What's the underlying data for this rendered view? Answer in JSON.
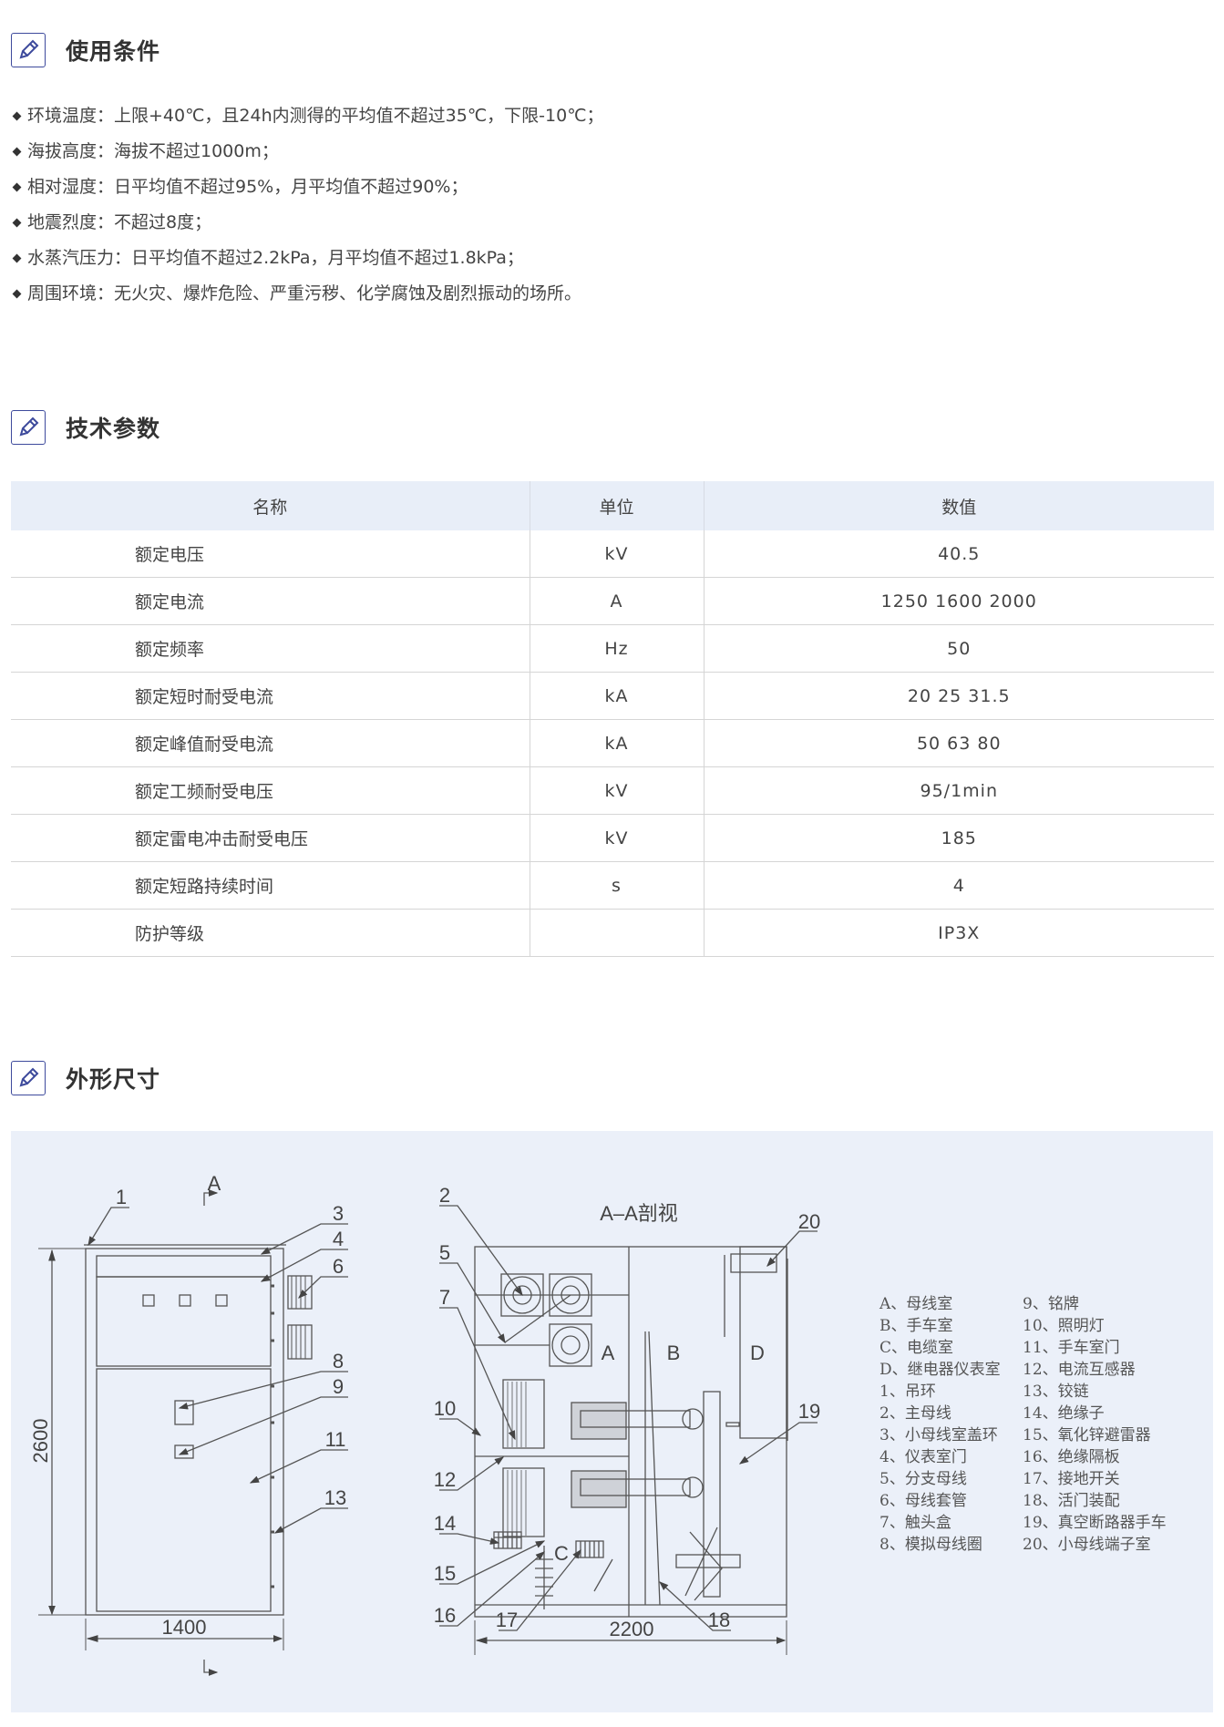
{
  "sections": {
    "conditions": {
      "title": "使用条件",
      "icon": "pencil-icon",
      "items": [
        "环境温度：上限+40℃，且24h内测得的平均值不超过35℃，下限-10℃；",
        "海拔高度：海拔不超过1000m；",
        "相对湿度：日平均值不超过95%，月平均值不超过90%；",
        "地震烈度：不超过8度；",
        "水蒸汽压力：日平均值不超过2.2kPa，月平均值不超过1.8kPa；",
        "周围环境：无火灾、爆炸危险、严重污秽、化学腐蚀及剧烈振动的场所。"
      ]
    },
    "specs": {
      "title": "技术参数",
      "headers": [
        "名称",
        "单位",
        "数值"
      ],
      "rows": [
        [
          "额定电压",
          "kV",
          "40.5"
        ],
        [
          "额定电流",
          "A",
          "1250   1600   2000"
        ],
        [
          "额定频率",
          "Hz",
          "50"
        ],
        [
          "额定短时耐受电流",
          "kA",
          "20   25   31.5"
        ],
        [
          "额定峰值耐受电流",
          "kA",
          "50   63   80"
        ],
        [
          "额定工频耐受电压",
          "kV",
          "95/1min"
        ],
        [
          "额定雷电冲击耐受电压",
          "kV",
          "185"
        ],
        [
          "额定短路持续时间",
          "s",
          "4"
        ],
        [
          "防护等级",
          "",
          "IP3X"
        ]
      ]
    },
    "dimensions": {
      "title": "外形尺寸",
      "front": {
        "height": "2600",
        "width": "1400",
        "section_mark": "A",
        "callouts": [
          "1",
          "3",
          "4",
          "6",
          "8",
          "9",
          "11",
          "13"
        ]
      },
      "section": {
        "title": "A–A剖视",
        "width": "2200",
        "compartments": [
          "A",
          "B",
          "C",
          "D"
        ],
        "callouts": [
          "2",
          "5",
          "7",
          "10",
          "12",
          "14",
          "15",
          "16",
          "17",
          "18",
          "19",
          "20"
        ]
      },
      "legend": [
        "A、母线室",
        "B、手车室",
        "C、电缆室",
        "D、继电器仪表室",
        "1、吊环",
        "2、主母线",
        "3、小母线室盖环",
        "4、仪表室门",
        "5、分支母线",
        "6、母线套管",
        "7、触头盒",
        "8、模拟母线圈",
        "9、铭牌",
        "10、照明灯",
        "11、手车室门",
        "12、电流互感器",
        "13、铰链",
        "14、绝缘子",
        "15、氧化锌避雷器",
        "16、绝缘隔板",
        "17、接地开关",
        "18、活门装配",
        "19、真空断路器手车",
        "20、小母线端子室"
      ]
    }
  },
  "colors": {
    "accent": "#3d4a9c",
    "table_header": "#e8eef8",
    "panel": "#ebf0f9"
  }
}
